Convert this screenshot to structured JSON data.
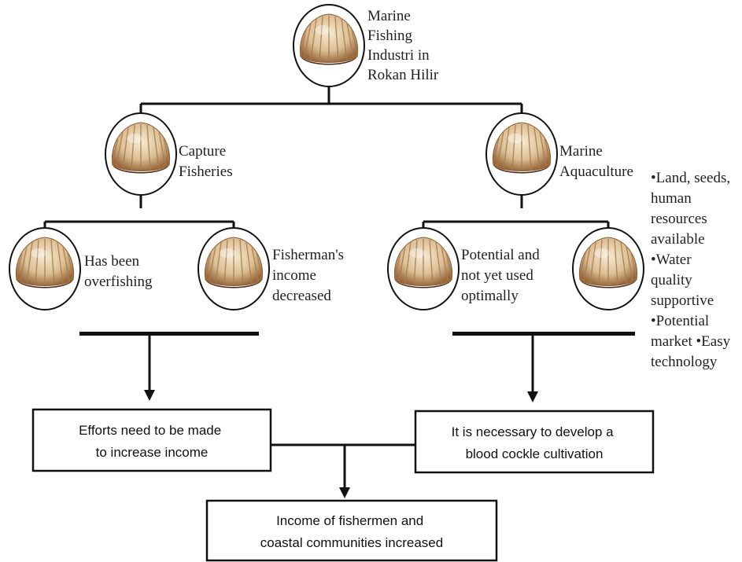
{
  "root": {
    "lines": [
      "Marine",
      "Fishing",
      "Industri in",
      "Rokan Hilir"
    ]
  },
  "capture": {
    "lines": [
      "Capture",
      "Fisheries"
    ]
  },
  "aquaculture": {
    "lines": [
      "Marine",
      "Aquaculture"
    ]
  },
  "overfishing": {
    "lines": [
      "Has been",
      "overfishing"
    ]
  },
  "income_decreased": {
    "lines": [
      "Fisherman's",
      "income",
      "decreased"
    ]
  },
  "potential": {
    "lines": [
      "Potential and",
      "not yet used",
      "optimally"
    ]
  },
  "bullets": {
    "lines": [
      "•Land, seeds,",
      "human",
      "resources",
      "available",
      "•Water",
      "quality",
      "supportive",
      "•Potential",
      "market •Easy",
      "technology"
    ]
  },
  "box_left": {
    "lines": [
      "Efforts need to be made",
      "to increase income"
    ]
  },
  "box_right": {
    "lines": [
      "It is necessary to develop a",
      "blood cockle cultivation"
    ]
  },
  "box_bottom": {
    "lines": [
      "Income of fishermen and",
      "coastal communities increased"
    ]
  },
  "colors": {
    "line": "#111111",
    "shell_light": "#f3e3c4",
    "shell_rib": "#b08456",
    "shell_dark": "#6b3f22"
  },
  "icon": "cockle-shell-icon"
}
